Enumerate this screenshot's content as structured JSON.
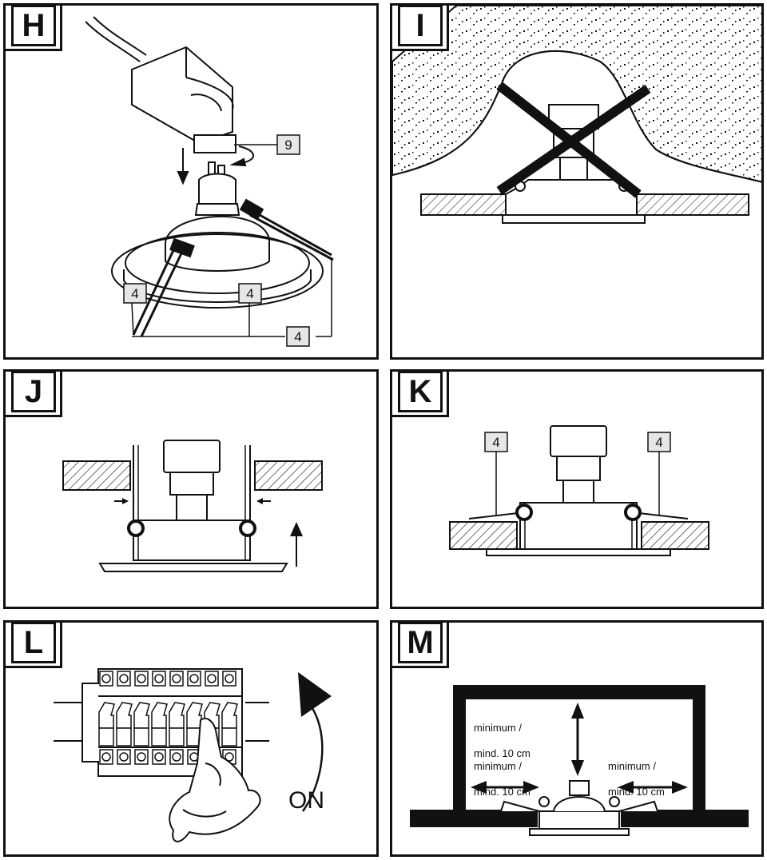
{
  "panels": [
    {
      "letter": "H",
      "callouts": [
        "9",
        "4",
        "4",
        "4"
      ]
    },
    {
      "letter": "I"
    },
    {
      "letter": "J"
    },
    {
      "letter": "K",
      "callouts": [
        "4",
        "4"
      ]
    },
    {
      "letter": "L",
      "switch_label": "ON"
    },
    {
      "letter": "M",
      "clearances": [
        {
          "line1": "minimum /",
          "line2": "mind. 10 cm"
        },
        {
          "line1": "minimum /",
          "line2": "mind. 10 cm"
        },
        {
          "line1": "minimum /",
          "line2": "mind. 10 cm"
        }
      ]
    }
  ],
  "colors": {
    "ink": "#111111",
    "paper": "#ffffff",
    "callout_fill": "#e6e6e6"
  },
  "icons": [
    "plug-connector-icon",
    "downlight-icon",
    "terminal-block-icon",
    "hand-icon",
    "arrow-icon",
    "cross-icon"
  ]
}
